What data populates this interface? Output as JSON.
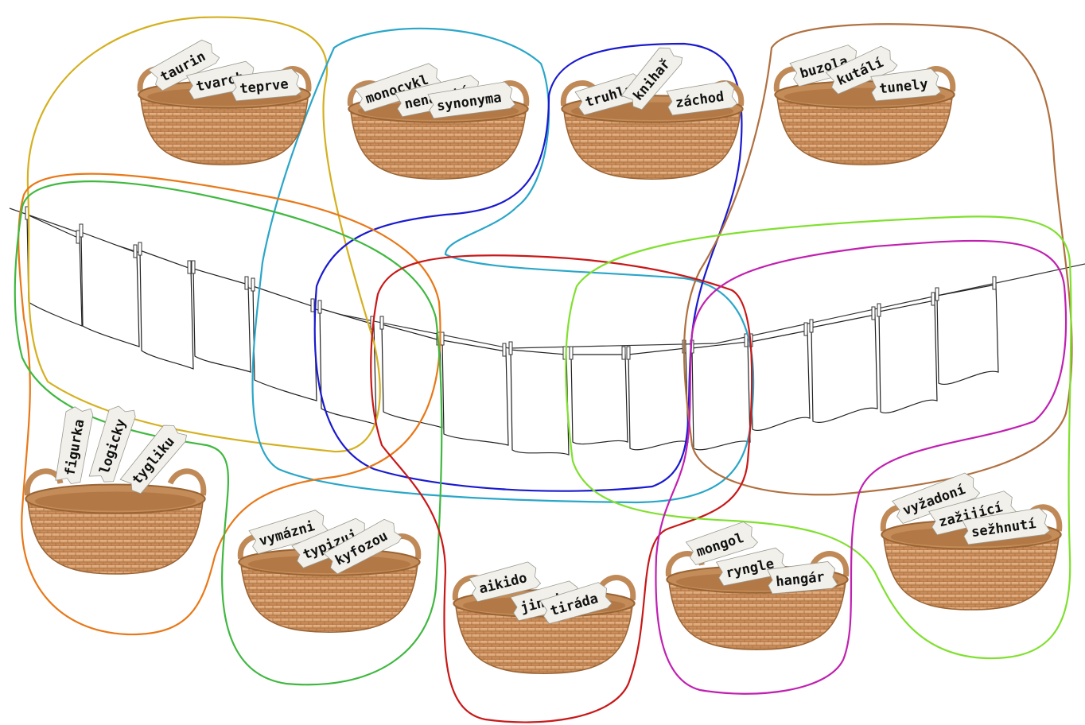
{
  "baskets": [
    {
      "id": "b1",
      "words": [
        "taurin",
        "tvaroh",
        "teprve"
      ]
    },
    {
      "id": "b2",
      "words": [
        "monocykl",
        "nenasytí",
        "synonyma"
      ]
    },
    {
      "id": "b3",
      "words": [
        "truhla",
        "knihař",
        "záchod"
      ]
    },
    {
      "id": "b4",
      "words": [
        "buzola",
        "kutálí",
        "tunely"
      ]
    },
    {
      "id": "b5",
      "words": [
        "figurka",
        "logicky",
        "tygliku"
      ]
    },
    {
      "id": "b6",
      "words": [
        "vymázni",
        "typizuj",
        "kyfozou"
      ]
    },
    {
      "id": "b7",
      "words": [
        "aikido",
        "jinudy",
        "tiráda"
      ]
    },
    {
      "id": "b8",
      "words": [
        "mongol",
        "ryngle",
        "hangár"
      ]
    },
    {
      "id": "b9",
      "words": [
        "vyžadoní",
        "zažijící",
        "sežhnutí"
      ]
    }
  ],
  "clothesline": {
    "sheet_count": 16
  },
  "groups": [
    {
      "name": "group-1",
      "color": "#d4b020"
    },
    {
      "name": "group-2",
      "color": "#2aa6c8"
    },
    {
      "name": "group-3",
      "color": "#1a1acf"
    },
    {
      "name": "group-4",
      "color": "#b07040"
    },
    {
      "name": "group-5",
      "color": "#e87818"
    },
    {
      "name": "group-6",
      "color": "#40b840"
    },
    {
      "name": "group-7",
      "color": "#c81818"
    },
    {
      "name": "group-8",
      "color": "#80e030"
    },
    {
      "name": "group-9",
      "color": "#c020b0"
    }
  ]
}
